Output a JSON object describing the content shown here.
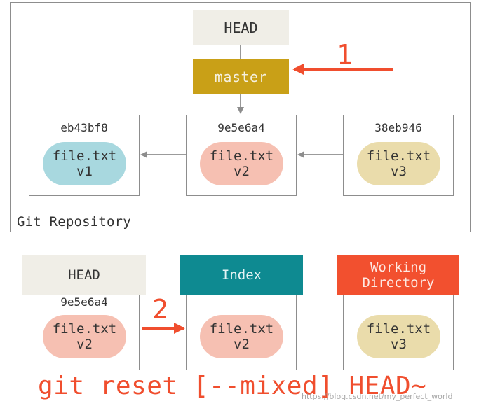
{
  "repository": {
    "label": "Git Repository",
    "head_label": "HEAD",
    "branch_label": "master",
    "step1_label": "1",
    "commits": [
      {
        "id": "eb43bf8",
        "file": "file.txt",
        "version": "v1"
      },
      {
        "id": "9e5e6a4",
        "file": "file.txt",
        "version": "v2"
      },
      {
        "id": "38eb946",
        "file": "file.txt",
        "version": "v3"
      }
    ]
  },
  "areas": {
    "head": {
      "title": "HEAD",
      "commit_id": "9e5e6a4",
      "file": "file.txt",
      "version": "v2"
    },
    "index": {
      "title": "Index",
      "file": "file.txt",
      "version": "v2"
    },
    "working_directory": {
      "title_line1": "Working",
      "title_line2": "Directory",
      "file": "file.txt",
      "version": "v3"
    },
    "step2_label": "2"
  },
  "command": "git reset [--mixed] HEAD~",
  "watermark": "https://blog.csdn.net/my_perfect_world",
  "colors": {
    "branch": "#c9a017",
    "head_box": "#f0eee7",
    "index": "#0e8a91",
    "working_directory": "#f2502f",
    "blob_v1": "#a8d8df",
    "blob_v2": "#f6c0b2",
    "blob_v3": "#eadcab",
    "accent": "#f04e2e"
  }
}
